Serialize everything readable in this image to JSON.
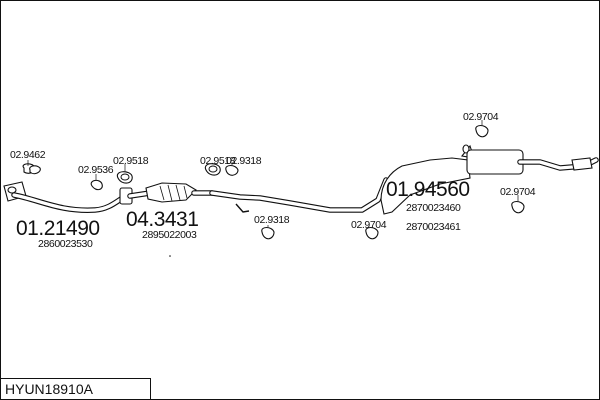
{
  "title_code": "HYUN18910A",
  "labels": {
    "n1": "02.9462",
    "n2": "02.9536",
    "n3": "02.9518",
    "n4": "02.9518",
    "n5": "02.9318",
    "n6": "02.9318",
    "n7": "02.9704",
    "n8": "02.9704",
    "n9": "02.9704",
    "p1": "01.21490",
    "p1_oem": "2860023530",
    "p2": "04.3431",
    "p2_oem": "2895022003",
    "p3": "01.94560",
    "p3_oem1": "2870023460",
    "p3_oem2": "2870023461"
  }
}
